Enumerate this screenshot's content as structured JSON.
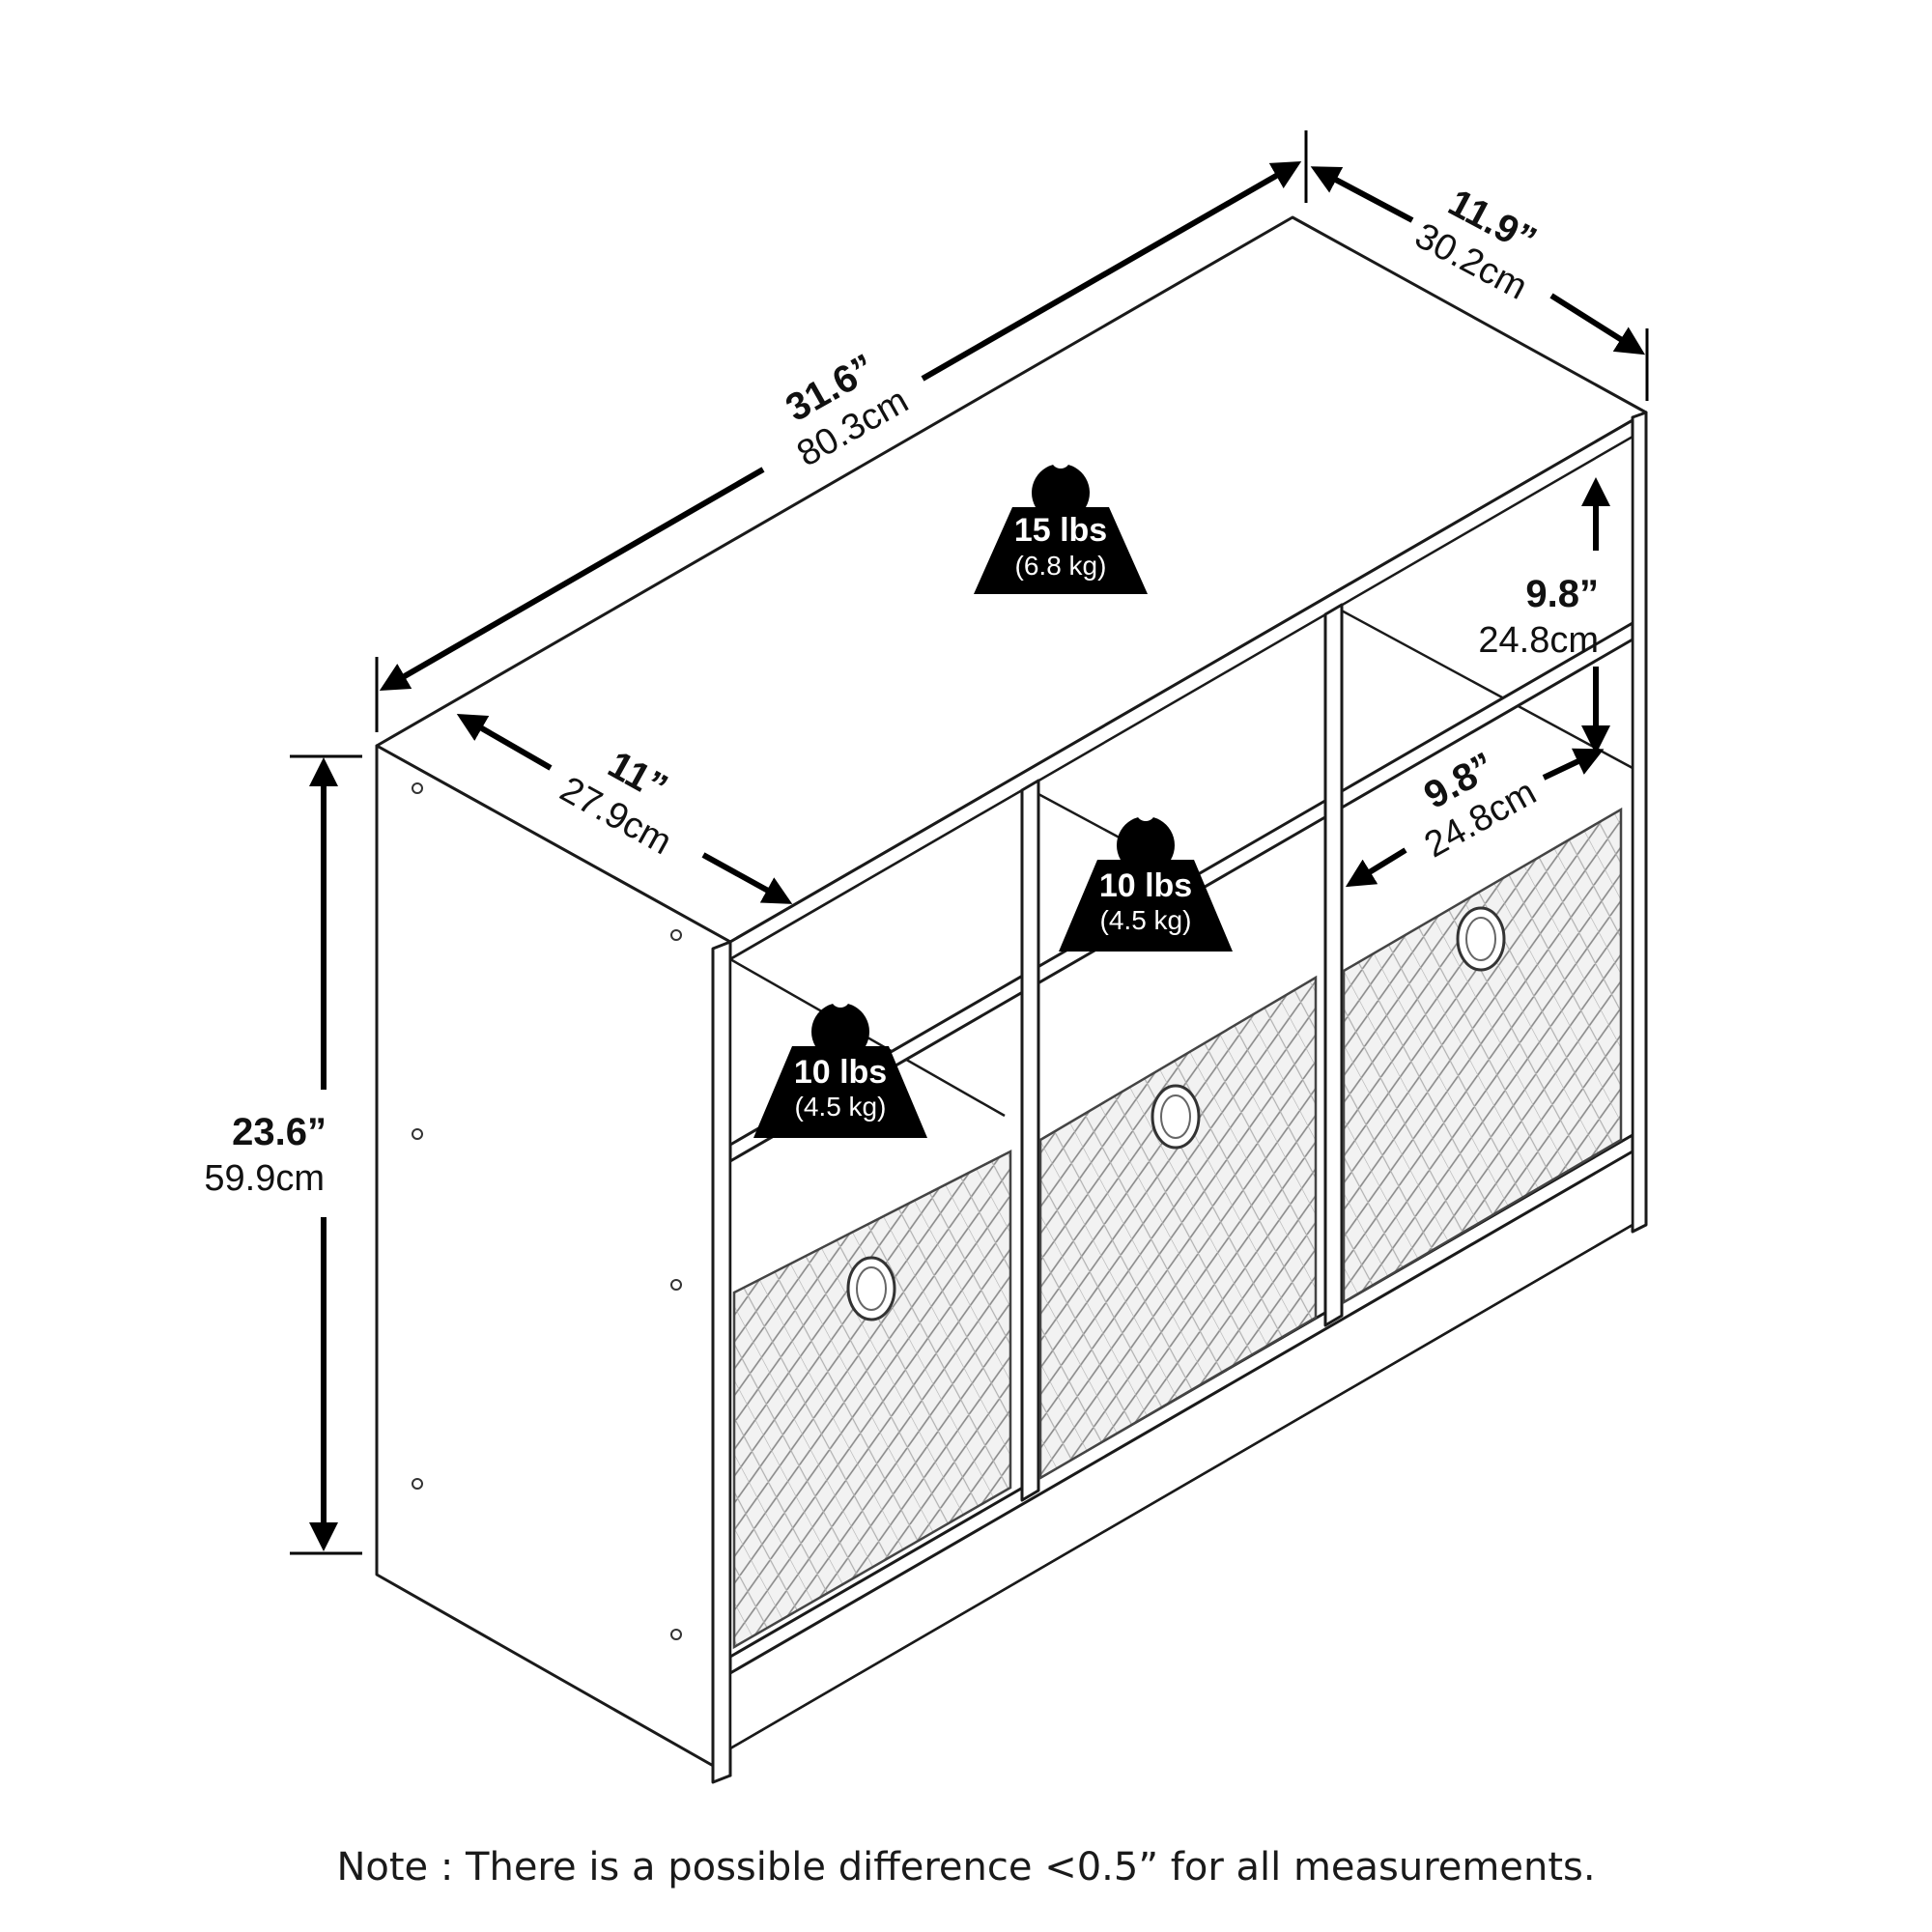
{
  "dimensions": {
    "width": {
      "in": "31.6”",
      "cm": "80.3cm"
    },
    "depth": {
      "in": "11.9”",
      "cm": "30.2cm"
    },
    "height": {
      "in": "23.6”",
      "cm": "59.9cm"
    },
    "cube_height": {
      "in": "9.8”",
      "cm": "24.8cm"
    },
    "cube_width": {
      "in": "9.8”",
      "cm": "24.8cm"
    },
    "cube_depth": {
      "in": "11”",
      "cm": "27.9cm"
    }
  },
  "weights": {
    "top": {
      "lbs": "15 lbs",
      "kg": "(6.8 kg)"
    },
    "shelf_left": {
      "lbs": "10 lbs",
      "kg": "(4.5 kg)"
    },
    "shelf_middle": {
      "lbs": "10 lbs",
      "kg": "(4.5 kg)"
    }
  },
  "note": "Note : There is a possible difference <0.5” for all measurements."
}
